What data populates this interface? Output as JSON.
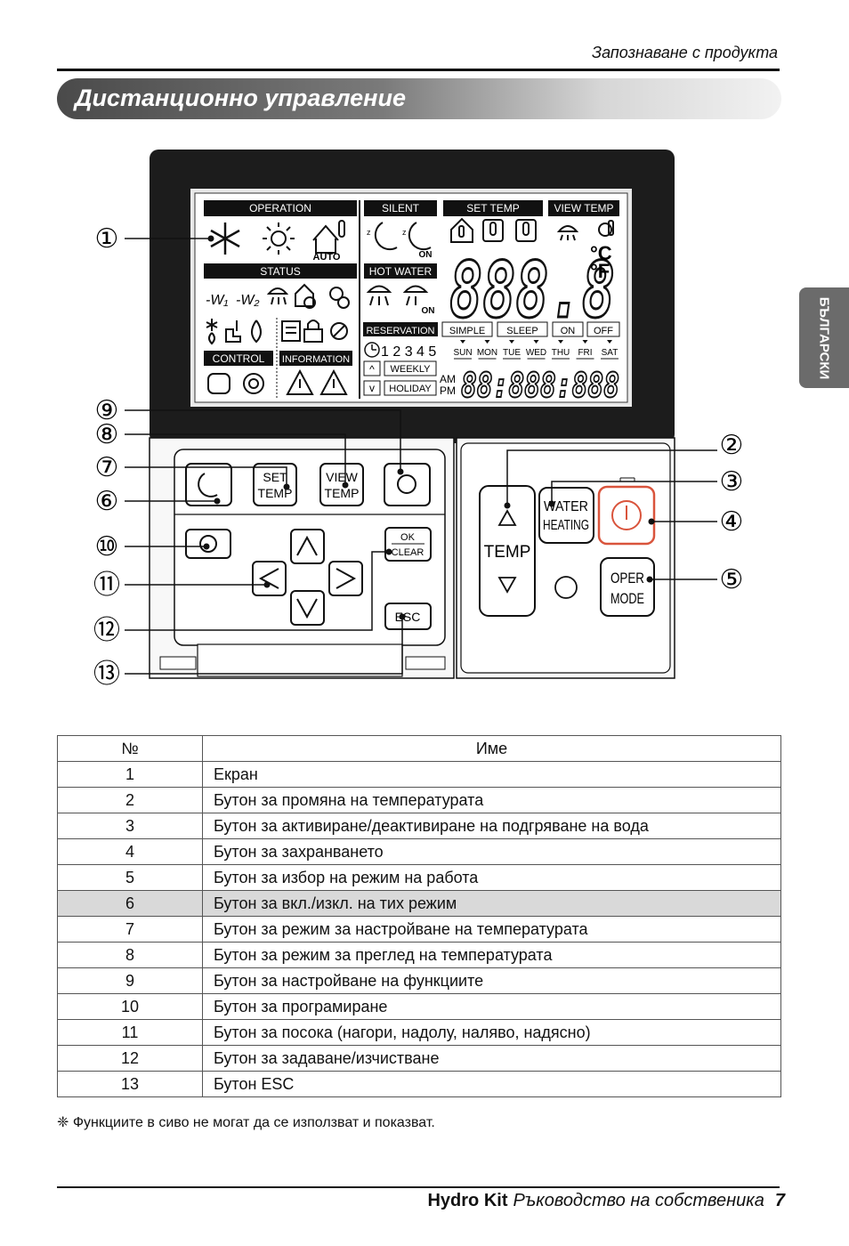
{
  "header": {
    "section": "Запознаване с продукта"
  },
  "title": "Дистанционно управление",
  "side_tab": "БЪЛГАРСКИ",
  "lcd": {
    "operation": "OPERATION",
    "status": "STATUS",
    "control": "CONTROL",
    "information": "INFORMATION",
    "silent": "SILENT",
    "hot_water": "HOT WATER",
    "set_temp": "SET TEMP",
    "view_temp": "VIEW TEMP",
    "auto": "AUTO",
    "on": "ON",
    "big_digits": "888.8",
    "unit_c": "°C",
    "unit_f": "°F",
    "w1": "-W₁",
    "w2": "-W₂",
    "reservation": "RESERVATION",
    "simple": "SIMPLE",
    "sleep": "SLEEP",
    "on_btn": "ON",
    "off_btn": "OFF",
    "numbers": "1 2 3 4 5",
    "days": [
      "SUN",
      "MON",
      "TUE",
      "WED",
      "THU",
      "FRI",
      "SAT"
    ],
    "weekly": "WEEKLY",
    "holiday": "HOLIDAY",
    "am": "AM",
    "pm": "PM",
    "clock_digits": "88:888:888"
  },
  "buttons": {
    "set_l1": "SET",
    "set_l2": "TEMP",
    "view_l1": "VIEW",
    "view_l2": "TEMP",
    "ok": "OK",
    "clear": "CLEAR",
    "esc": "ESC",
    "temp": "TEMP",
    "water_l1": "WATER",
    "water_l2": "HEATING",
    "oper_l1": "OPER",
    "oper_l2": "MODE"
  },
  "callouts": [
    "①",
    "②",
    "③",
    "④",
    "⑤",
    "⑥",
    "⑦",
    "⑧",
    "⑨",
    "⑩",
    "⑪",
    "⑫",
    "⑬"
  ],
  "table": {
    "headers": [
      "№",
      "Име"
    ],
    "rows": [
      [
        "1",
        "Екран"
      ],
      [
        "2",
        "Бутон за промяна на температурата"
      ],
      [
        "3",
        "Бутон за активиране/деактивиране на подгряване на вода"
      ],
      [
        "4",
        "Бутон за захранването"
      ],
      [
        "5",
        "Бутон за избор на режим на работа"
      ],
      [
        "6",
        "Бутон за вкл./изкл. на тих режим"
      ],
      [
        "7",
        "Бутон за режим за настройване на температурата"
      ],
      [
        "8",
        "Бутон за режим за преглед на температурата"
      ],
      [
        "9",
        "Бутон за настройване на функциите"
      ],
      [
        "10",
        "Бутон за програмиране"
      ],
      [
        "11",
        "Бутон за посока (нагори, надолу, наляво, надясно)"
      ],
      [
        "12",
        "Бутон за задаване/изчистване"
      ],
      [
        "13",
        "Бутон ESC"
      ]
    ]
  },
  "note": "❈ Функциите в сиво не могат да се използват и показват.",
  "footer": {
    "brand": "Hydro Kit",
    "manual": "Ръководство на собственика",
    "page": "7"
  }
}
